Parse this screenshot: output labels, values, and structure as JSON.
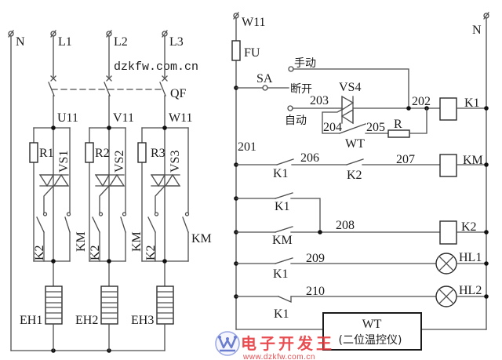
{
  "colors": {
    "wire": "#4d4d4d",
    "text": "#1a1a1a",
    "watermark_red": "#e63a3f",
    "logo_blue": "#5b6fc9"
  },
  "watermark": {
    "top_url": "dzkfw.com.cn",
    "brand": "电子开发王",
    "bottom_url": "www.dzkfw.com.cn"
  },
  "power_circuit": {
    "terminals": {
      "neutral": "N",
      "phase_1": "L1",
      "phase_2": "L2",
      "phase_3": "L3"
    },
    "breaker": "QF",
    "phases": [
      {
        "node": "U11",
        "resistor": "R1",
        "triac": "VS1",
        "contact_k2": "K2",
        "contact_km": "KM",
        "heater": "EH1"
      },
      {
        "node": "V11",
        "resistor": "R2",
        "triac": "VS2",
        "contact_k2": "K2",
        "contact_km": "KM",
        "heater": "EH2"
      },
      {
        "node": "W11",
        "resistor": "R3",
        "triac": "VS3",
        "contact_k2": "K2",
        "contact_km": "KM",
        "heater": "EH3"
      }
    ]
  },
  "control_circuit": {
    "supply": "W11",
    "neutral": "N",
    "fuse": "FU",
    "selector": {
      "name": "SA",
      "manual": "手动",
      "off": "断开",
      "auto": "自动"
    },
    "triac": "VS4",
    "nodes": [
      "201",
      "202",
      "203",
      "204",
      "205",
      "206",
      "207",
      "208",
      "209",
      "210"
    ],
    "thermostat_contact": "WT",
    "resistor": "R",
    "rungs": [
      {
        "contacts": [],
        "load": "K1"
      },
      {
        "contacts": [
          "K1",
          "K2"
        ],
        "load": "KM"
      },
      {
        "contacts": [
          "K1"
        ],
        "load": ""
      },
      {
        "contacts": [
          "KM"
        ],
        "load": "K2"
      },
      {
        "contacts": [
          "K1"
        ],
        "load": "HL1"
      },
      {
        "contacts": [
          "K1"
        ],
        "load": "HL2"
      }
    ],
    "controller": {
      "name": "WT",
      "description": "(二位温控仪)"
    }
  }
}
